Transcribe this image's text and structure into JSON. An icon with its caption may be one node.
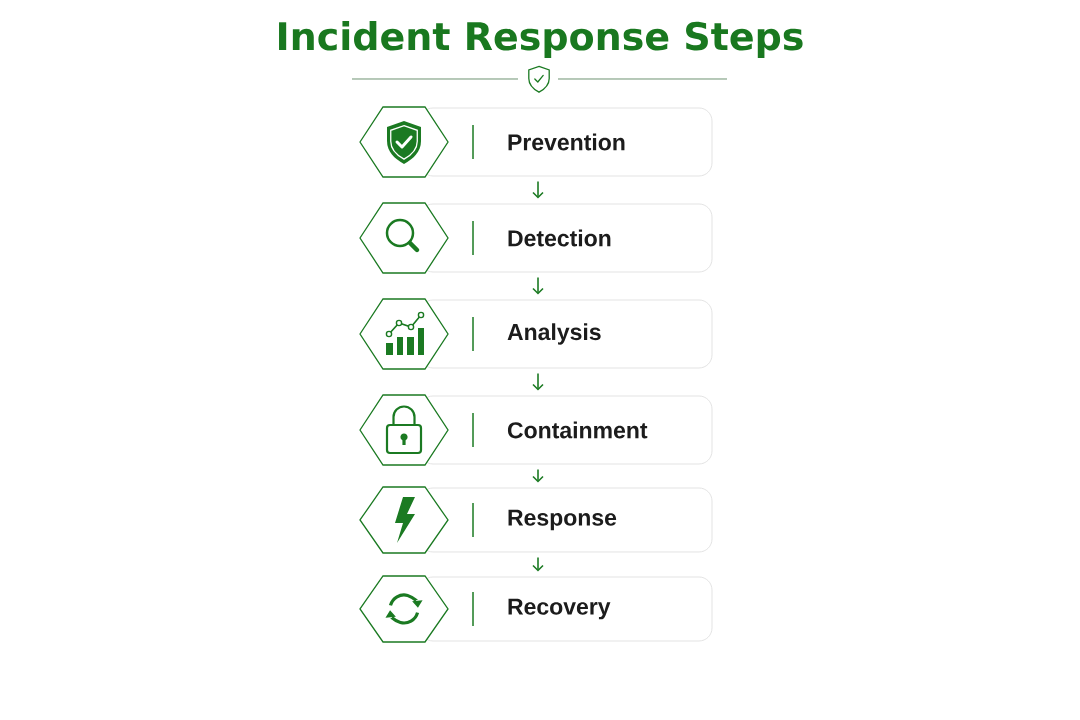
{
  "diagram": {
    "title": "Incident Response Steps",
    "nodes": [
      {
        "text": [
          "Prevention"
        ]
      },
      {
        "text": [
          "Detection"
        ]
      },
      {
        "text": [
          "Analysis"
        ]
      },
      {
        "text": [
          "Containment"
        ]
      },
      {
        "text": [
          "Response"
        ]
      },
      {
        "text": [
          "Recovery"
        ]
      }
    ],
    "edges": [
      {
        "from": 0,
        "to": 1,
        "arrow": "to"
      },
      {
        "from": 1,
        "to": 2,
        "arrow": "to"
      },
      {
        "from": 2,
        "to": 3,
        "arrow": "to"
      },
      {
        "from": 3,
        "to": 4,
        "arrow": "to"
      },
      {
        "from": 4,
        "to": 5,
        "arrow": "to"
      }
    ]
  }
}
